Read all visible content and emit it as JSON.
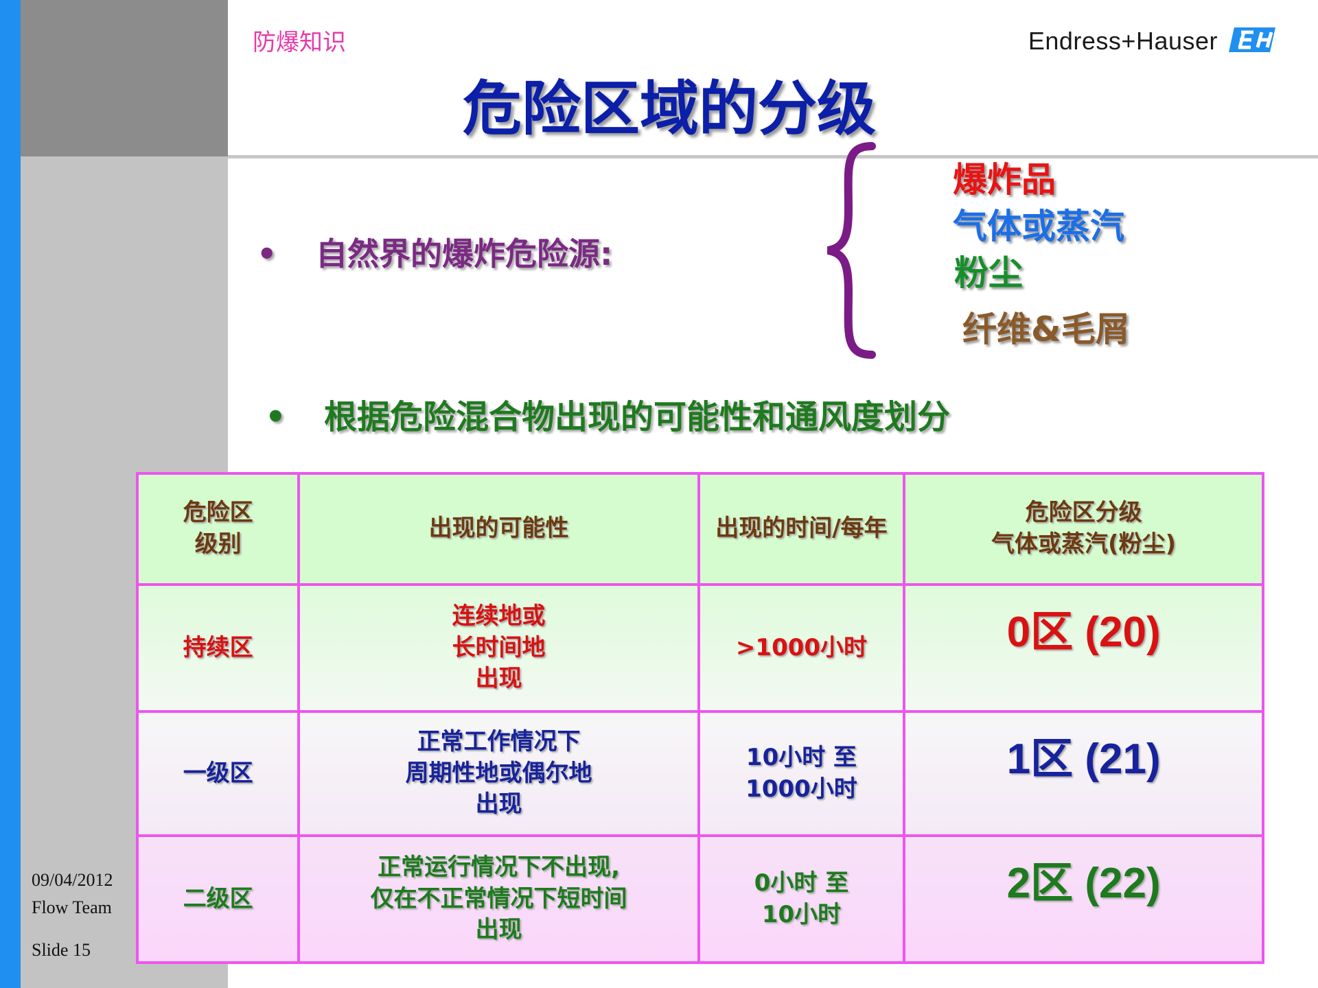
{
  "header": {
    "section_label": "防爆知识",
    "brand": "Endress+Hauser",
    "brand_color": "#1f8ff0"
  },
  "title": "危险区域的分级",
  "bullet1": {
    "text": "自然界的爆炸危险源:",
    "sources": [
      "爆炸品",
      "气体或蒸汽",
      "粉尘",
      "纤维&毛屑"
    ]
  },
  "bullet2": {
    "text": "根据危险混合物出现的可能性和通风度划分"
  },
  "table": {
    "headers": [
      [
        "危险区",
        "级别"
      ],
      [
        "出现的可能性"
      ],
      [
        "出现的时间/每年"
      ],
      [
        "危险区分级",
        "气体或蒸汽(粉尘)"
      ]
    ],
    "rows": [
      {
        "level": "持续区",
        "likelihood": [
          "连续地或",
          "长时间地",
          "出现"
        ],
        "duration": [
          ">1000小时"
        ],
        "zone": "0区 (20)"
      },
      {
        "level": "一级区",
        "likelihood": [
          "正常工作情况下",
          "周期性地或偶尔地",
          "出现"
        ],
        "duration": [
          "10小时 至",
          "1000小时"
        ],
        "zone": "1区 (21)"
      },
      {
        "level": "二级区",
        "likelihood": [
          "正常运行情况下不出现,",
          "仅在不正常情况下短时间",
          "出现"
        ],
        "duration": [
          "0小时 至",
          "10小时"
        ],
        "zone": "2区 (22)"
      }
    ]
  },
  "footer": {
    "date": "09/04/2012",
    "team": "Flow Team",
    "slide": "Slide 15"
  }
}
